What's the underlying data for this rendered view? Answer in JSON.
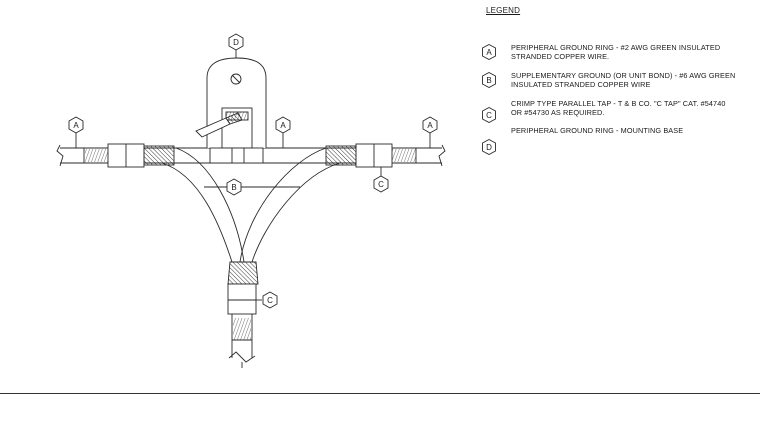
{
  "legend": {
    "title": "LEGEND",
    "items": [
      {
        "key": "A",
        "text": "PERIPHERAL GROUND RING - #2 AWG GREEN INSULATED\nSTRANDED COPPER WIRE."
      },
      {
        "key": "B",
        "text": "SUPPLEMENTARY GROUND (OR UNIT BOND) - #6 AWG GREEN\nINSULATED STRANDED COPPER WIRE"
      },
      {
        "key": "C",
        "text": "CRIMP TYPE PARALLEL TAP - T & B CO. \"C TAP\" CAT. #54740\nOR #54730 AS REQUIRED."
      },
      {
        "key": "D",
        "text": "PERIPHERAL GROUND RING - MOUNTING BASE"
      },
      {
        "key": "",
        "text": ""
      }
    ]
  },
  "callouts": {
    "d_top": "D",
    "a_left": "A",
    "a_center": "A",
    "a_right": "A",
    "b_mid": "B",
    "c_right": "C",
    "c_bottom": "C"
  }
}
